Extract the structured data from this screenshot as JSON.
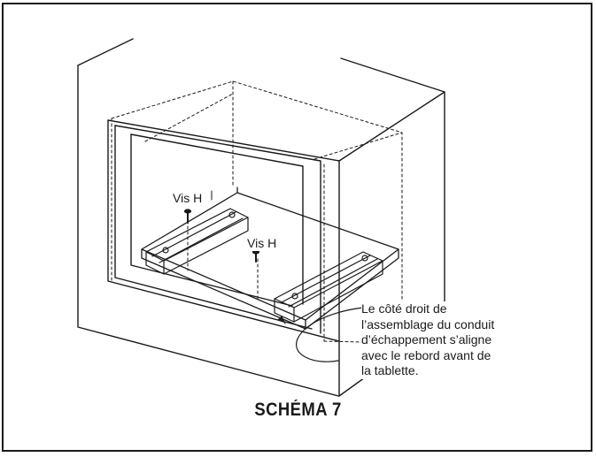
{
  "labels": {
    "screw_1": "Vis H",
    "screw_2": "Vis H"
  },
  "callout": {
    "lines": [
      "Le côté droit de",
      "l’assemblage du conduit",
      "d’échappement s’aligne",
      "avec le rebord avant de",
      "la tablette."
    ]
  },
  "caption": "SCHÉMA 7",
  "colors": {
    "ink": "#1a1a1a",
    "background": "#ffffff"
  }
}
